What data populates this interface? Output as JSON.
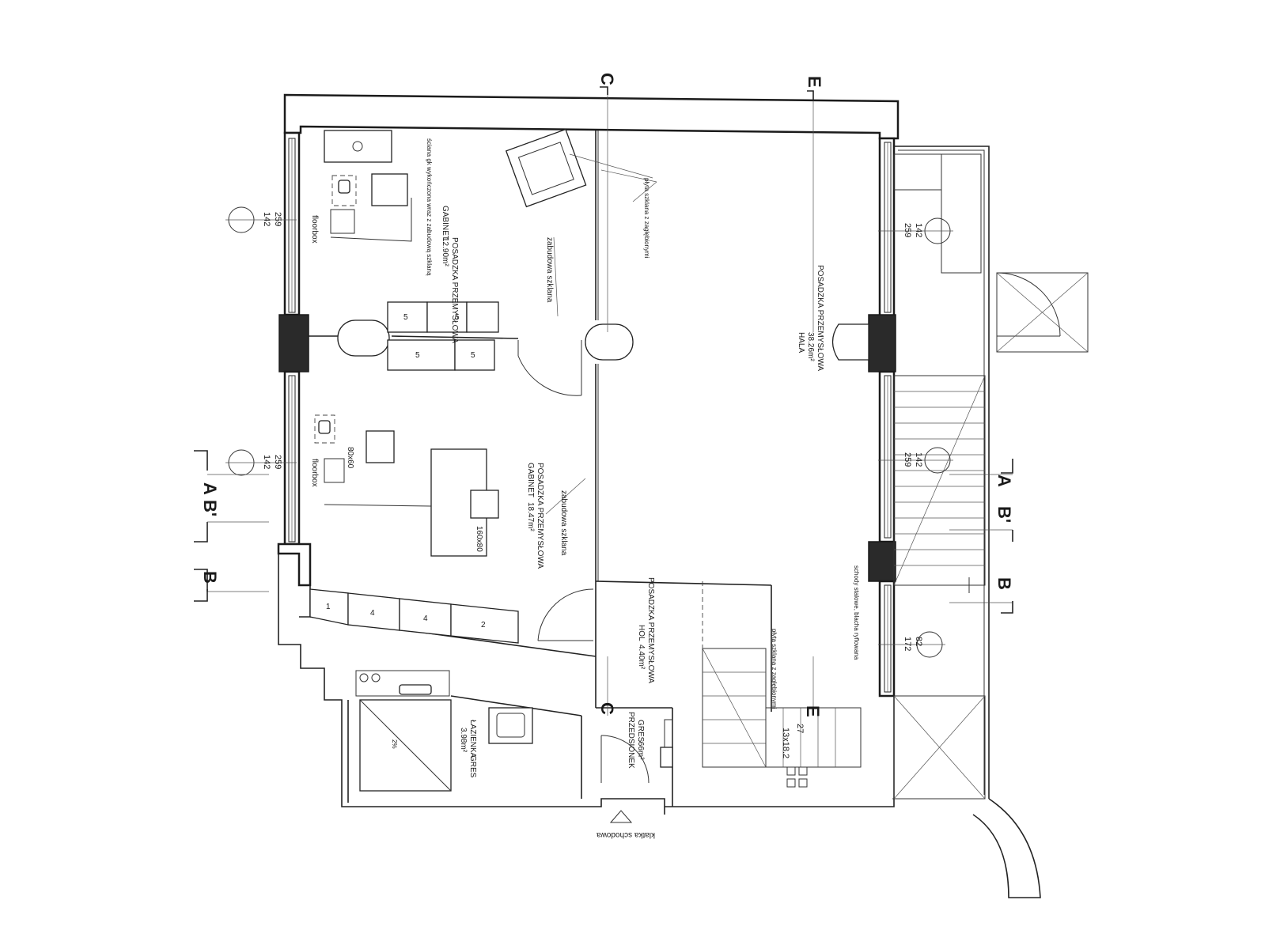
{
  "sections": {
    "a": "A",
    "b": "B",
    "b_prime": "B'",
    "c": "C",
    "e": "E",
    "a_right": "A",
    "b_right": "B",
    "b_prime_right": "B'",
    "e_bottom": "E",
    "c_bottom": "C"
  },
  "rooms": {
    "gabinet_top": {
      "name": "GABINET",
      "area": "12.90m²",
      "floor": "POSADZKA PRZEMYSŁOWA"
    },
    "gabinet_bottom": {
      "name": "GABINET",
      "area": "18.47m²",
      "floor": "POSADZKA PRZEMYSŁOWA"
    },
    "hala": {
      "name": "HALA",
      "area": "38.26m²",
      "floor": "POSADZKA PRZEMYSŁOWA"
    },
    "hol": {
      "name": "HOL",
      "area": "4.40m²",
      "floor": "POSADZKA PRZEMYSŁOWA"
    },
    "lazienka": {
      "name": "ŁAZIENKA",
      "area": "3.98m²",
      "floor": "GRES"
    },
    "przedsionek": {
      "name": "PRZEDSIONEK",
      "area": ".66m²",
      "floor": "GRES"
    }
  },
  "notes": {
    "zabudowa_szklana_1": "zabudowa szklana",
    "zabudowa_szklana_2": "zabudowa szklana",
    "sciana_gk": "ściana gk wykończona wraz z zabudową szklaną",
    "floorbox_1": "floorbox",
    "floorbox_2": "floorbox",
    "desk_size": "160x80",
    "desk_size_2": "80x60",
    "plyta_1": "płyta szklana z zagłębionymi",
    "plyta_2": "płyta szklana z zagłębionymi",
    "schody": "schody stalowe, blacha ryflowana",
    "stairs_count": "13x18.2",
    "stairs_depth": "27",
    "klatka": "klatka schodowa",
    "bath_slope": "2%"
  },
  "dimensions": {
    "win_tl_1": "259",
    "win_tl_2": "142",
    "win_bl_1": "259",
    "win_bl_2": "142",
    "win_tr_1": "259",
    "win_tr_2": "142",
    "win_mr_1": "259",
    "win_mr_2": "142",
    "win_br_1": "172",
    "win_br_2": "82"
  },
  "cabinets": {
    "upper": [
      "5",
      "5",
      "5",
      "5"
    ],
    "lower": [
      "1",
      "4",
      "4",
      "2"
    ]
  }
}
